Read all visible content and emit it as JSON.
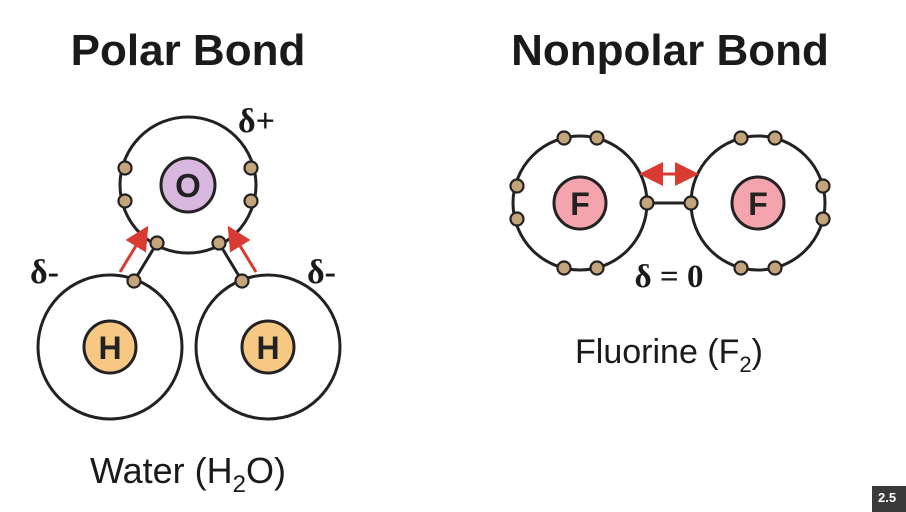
{
  "polar": {
    "title": "Polar Bond",
    "caption_prefix": "Water (H",
    "caption_sub": "2",
    "caption_suffix": "O)",
    "oxygen_symbol": "O",
    "hydrogen_symbol": "H",
    "delta_plus": "δ+",
    "delta_minus": "δ-"
  },
  "nonpolar": {
    "title": "Nonpolar Bond",
    "caption_prefix": "Fluorine (F",
    "caption_sub": "2",
    "caption_suffix": ")",
    "fluorine_symbol": "F",
    "delta_zero": "δ = 0"
  },
  "badge": "2.5",
  "colors": {
    "oxygen_fill": "#d9b8e0",
    "hydrogen_fill": "#f6c884",
    "fluorine_fill": "#f3a4ac",
    "electron_fill": "#c4a47a",
    "arrow_red": "#d93a31",
    "outline": "#222222"
  }
}
